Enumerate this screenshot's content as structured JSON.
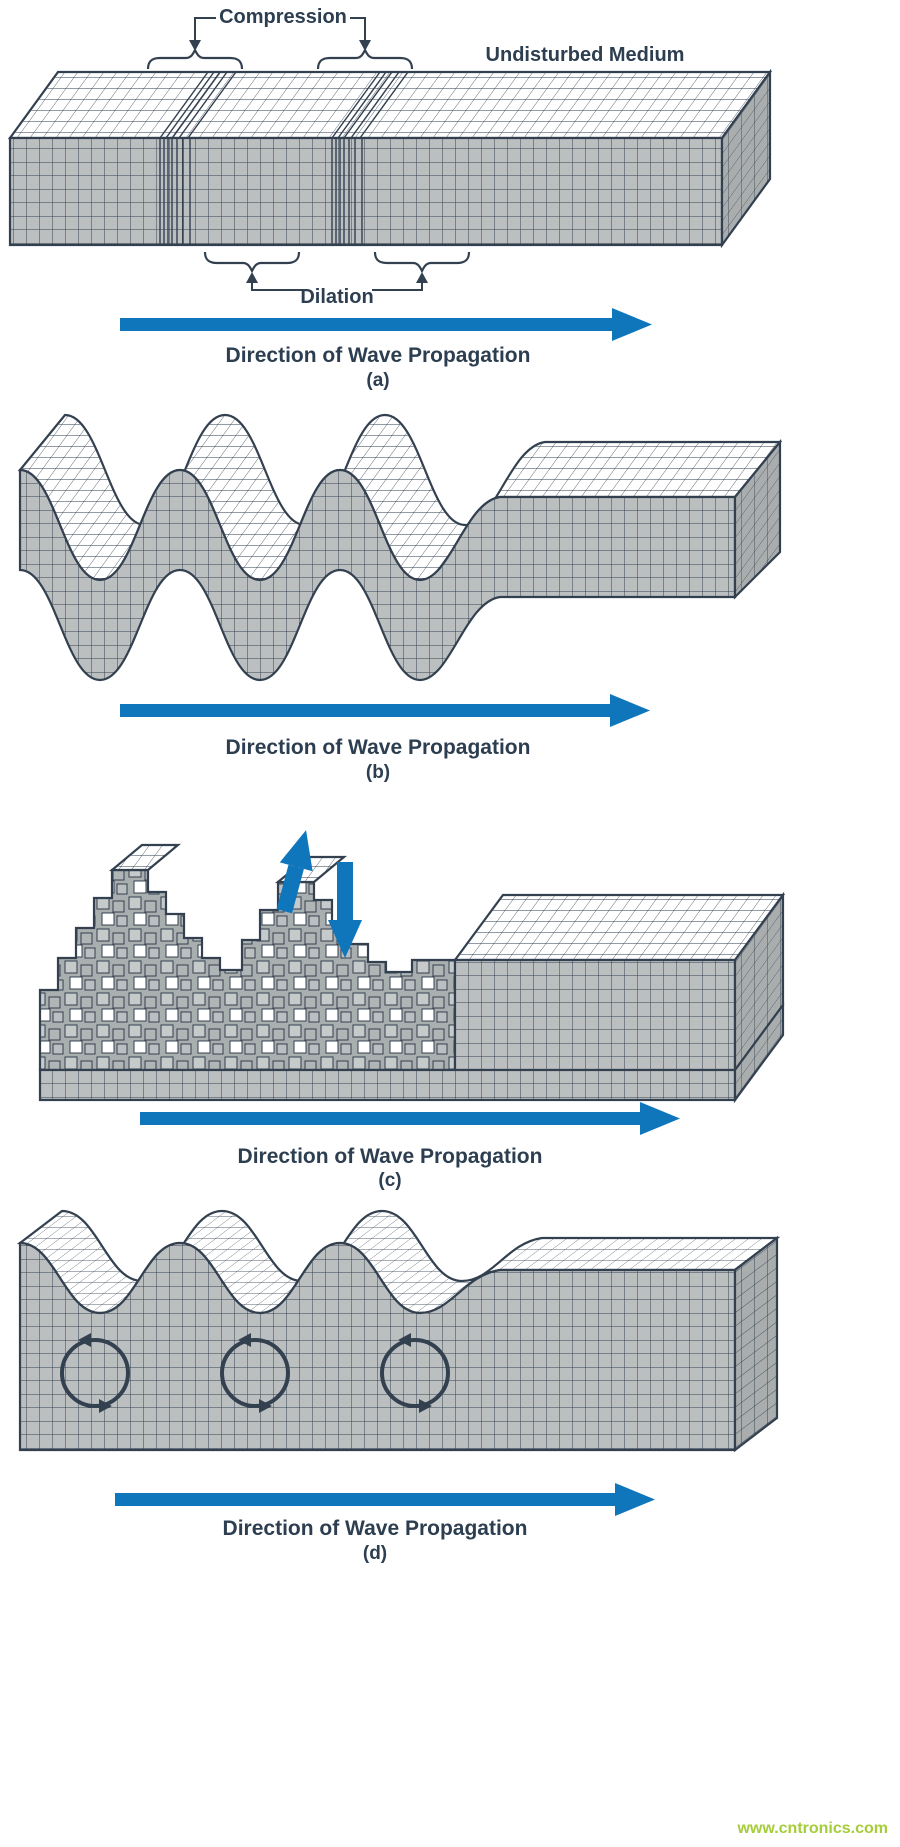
{
  "colors": {
    "arrowBlue": "#0f76bc",
    "lineDark": "#334050",
    "fillGray": "#bcbfc0",
    "fillGrayDark": "#a9adae",
    "textNavy": "#2c3e50",
    "watermarkGreen": "#a5cd39"
  },
  "panels": {
    "a": {
      "compression_label": "Compression",
      "undisturbed_label": "Undisturbed Medium",
      "dilation_label": "Dilation",
      "direction_label": "Direction of Wave Propagation",
      "letter": "(a)"
    },
    "b": {
      "direction_label": "Direction of Wave Propagation",
      "letter": "(b)"
    },
    "c": {
      "direction_label": "Direction of Wave Propagation",
      "letter": "(c)"
    },
    "d": {
      "direction_label": "Direction of Wave Propagation",
      "letter": "(d)"
    }
  },
  "watermark": {
    "text": "www.cntronics.com"
  }
}
